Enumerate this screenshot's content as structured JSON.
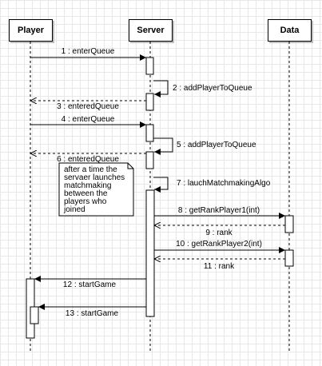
{
  "participants": [
    {
      "id": "player",
      "label": "Player"
    },
    {
      "id": "server",
      "label": "Server"
    },
    {
      "id": "data",
      "label": "Data"
    }
  ],
  "messages": [
    {
      "num": "1",
      "text": "enterQueue",
      "kind": "sync"
    },
    {
      "num": "2",
      "text": "addPlayerToQueue",
      "kind": "self"
    },
    {
      "num": "3",
      "text": "enteredQueue",
      "kind": "return"
    },
    {
      "num": "4",
      "text": "enterQueue",
      "kind": "sync"
    },
    {
      "num": "5",
      "text": "addPlayerToQueue",
      "kind": "self"
    },
    {
      "num": "6",
      "text": "enteredQueue",
      "kind": "return"
    },
    {
      "num": "7",
      "text": "lauchMatchmakingAlgo",
      "kind": "self"
    },
    {
      "num": "8",
      "text": "getRankPlayer1(int)",
      "kind": "sync"
    },
    {
      "num": "9",
      "text": "rank",
      "kind": "return"
    },
    {
      "num": "10",
      "text": "getRankPlayer2(int)",
      "kind": "sync"
    },
    {
      "num": "11",
      "text": "rank",
      "kind": "return"
    },
    {
      "num": "12",
      "text": "startGame",
      "kind": "sync"
    },
    {
      "num": "13",
      "text": "startGame",
      "kind": "sync"
    }
  ],
  "labels": [
    "1 : enterQueue",
    "2 : addPlayerToQueue",
    "3 : enteredQueue",
    "4 : enterQueue",
    "5 : addPlayerToQueue",
    "6 : enteredQueue",
    "7 : lauchMatchmakingAlgo",
    "8 : getRankPlayer1(int)",
    "9 : rank",
    "10 : getRankPlayer2(int)",
    "11 : rank",
    "12 : startGame",
    "13 : startGame"
  ],
  "note": {
    "lines": [
      "after a time the",
      "servaer launches",
      "matchmaking",
      "between the",
      "players who joined"
    ]
  },
  "colors": {
    "line": "#000000",
    "grid": "#e8e8e8",
    "shadow": "#bdbdbd"
  }
}
